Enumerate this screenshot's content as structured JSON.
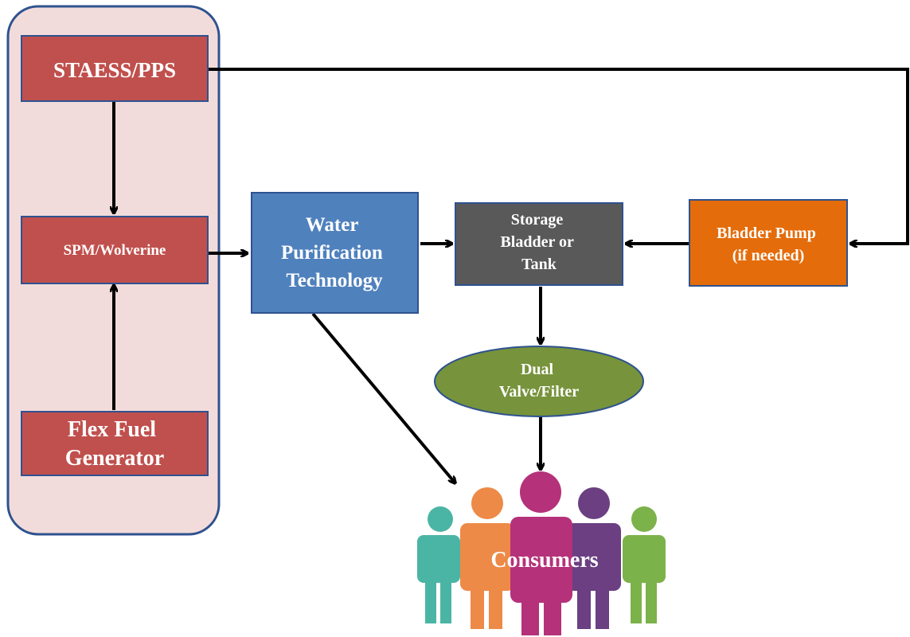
{
  "nodes": {
    "staess": {
      "label": "STAESS/PPS",
      "color": "#c0504d"
    },
    "spm": {
      "label": "SPM/Wolverine",
      "color": "#c0504d"
    },
    "flex": {
      "label_lines": [
        "Flex Fuel",
        "Generator"
      ],
      "color": "#c0504d"
    },
    "water": {
      "label_lines": [
        "Water",
        "Purification",
        "Technology"
      ],
      "color": "#4f81bd"
    },
    "storage": {
      "label_lines": [
        "Storage",
        "Bladder or",
        "Tank"
      ],
      "color": "#595959"
    },
    "pump": {
      "label_lines": [
        "Bladder Pump",
        "(if needed)"
      ],
      "color": "#e46c0a"
    },
    "valve": {
      "label_lines": [
        "Dual",
        "Valve/Filter"
      ],
      "color": "#77933c"
    }
  },
  "group": {
    "fill": "#f2dcdb",
    "stroke": "#2f528f"
  },
  "consumers": {
    "label": "Consumers",
    "colors": [
      "#4bb5a5",
      "#ed8a47",
      "#b5317a",
      "#6b3f82",
      "#7cb24a"
    ]
  }
}
